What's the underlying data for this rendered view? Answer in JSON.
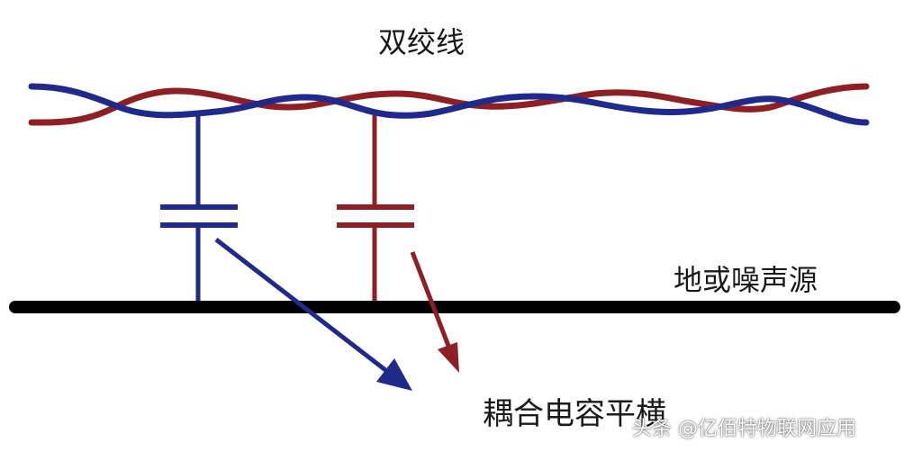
{
  "labels": {
    "title": "双绞线",
    "ground": "地或噪声源",
    "balance": "耦合电容平横"
  },
  "watermark": "头条 @亿佰特物联网应用",
  "colors": {
    "blue_wire": "#1f2a8c",
    "red_wire": "#8e1f24",
    "ground": "#000000",
    "text": "#1a1a1a"
  }
}
